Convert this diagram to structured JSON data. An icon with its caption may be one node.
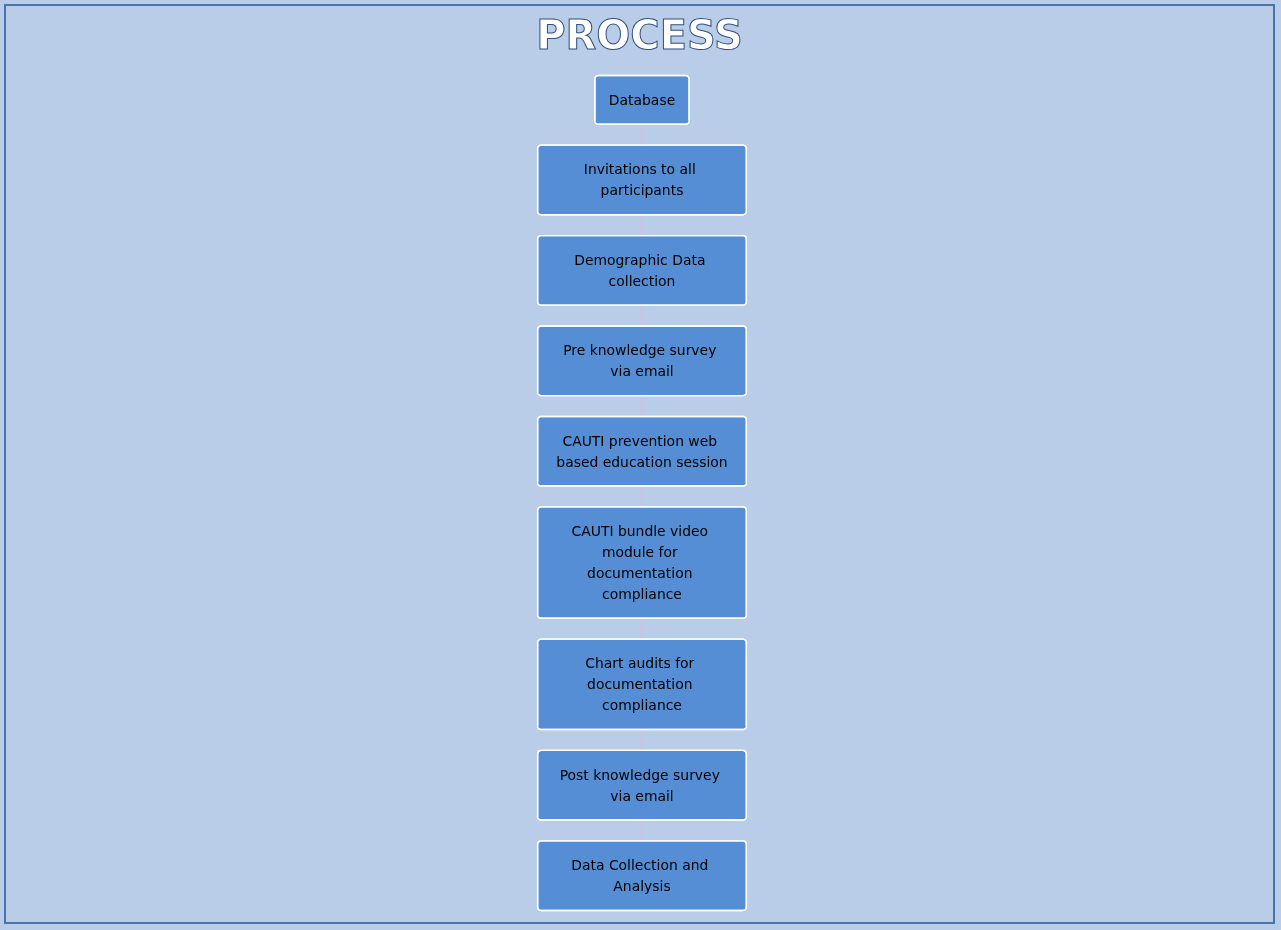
{
  "diagram": {
    "title": "PROCESS",
    "nodes": [
      {
        "text": [
          "Database"
        ]
      },
      {
        "text": [
          "Invitations to all participants"
        ]
      },
      {
        "text": [
          "Demographic Data collection"
        ]
      },
      {
        "text": [
          "Pre knowledge survey via email"
        ]
      },
      {
        "text": [
          "CAUTI prevention web based education session"
        ]
      },
      {
        "text": [
          "CAUTI bundle video module for documentation compliance"
        ]
      },
      {
        "text": [
          "Chart audits for documentation compliance"
        ]
      },
      {
        "text": [
          "Post knowledge survey via email"
        ]
      },
      {
        "text": [
          "Data Collection and Analysis"
        ]
      }
    ],
    "edges": [
      {
        "from": 0,
        "to": 1,
        "arrow": "none"
      },
      {
        "from": 1,
        "to": 2,
        "arrow": "none"
      },
      {
        "from": 2,
        "to": 3,
        "arrow": "none"
      },
      {
        "from": 3,
        "to": 4,
        "arrow": "none"
      },
      {
        "from": 4,
        "to": 5,
        "arrow": "none"
      },
      {
        "from": 5,
        "to": 6,
        "arrow": "none"
      },
      {
        "from": 6,
        "to": 7,
        "arrow": "none"
      },
      {
        "from": 7,
        "to": 8,
        "arrow": "none"
      }
    ]
  }
}
